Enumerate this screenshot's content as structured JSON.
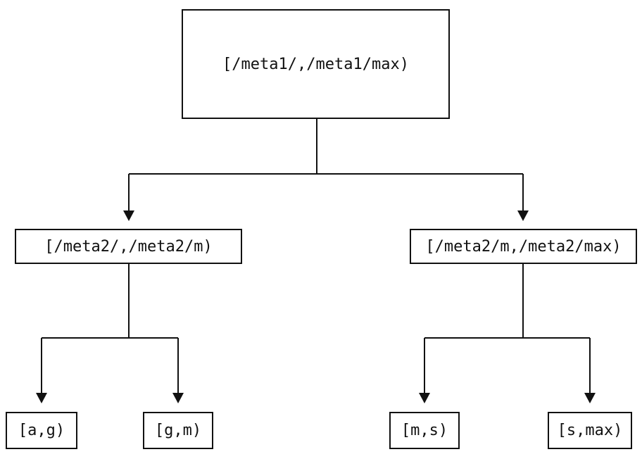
{
  "diagram": {
    "type": "tree",
    "colors": {
      "background": "#ffffff",
      "line": "#111111",
      "box_border": "#111111",
      "text": "#111111"
    },
    "nodes": {
      "root": {
        "label": "[/meta1/,/meta1/max)"
      },
      "left": {
        "label": "[/meta2/,/meta2/m)"
      },
      "right": {
        "label": "[/meta2/m,/meta2/max)"
      },
      "left_left": {
        "label": "[a,g)"
      },
      "left_right": {
        "label": "[g,m)"
      },
      "right_left": {
        "label": "[m,s)"
      },
      "right_right": {
        "label": "[s,max)"
      }
    },
    "edges": [
      {
        "from": "root",
        "to": "left"
      },
      {
        "from": "root",
        "to": "right"
      },
      {
        "from": "left",
        "to": "left_left"
      },
      {
        "from": "left",
        "to": "left_right"
      },
      {
        "from": "right",
        "to": "right_left"
      },
      {
        "from": "right",
        "to": "right_right"
      }
    ]
  }
}
